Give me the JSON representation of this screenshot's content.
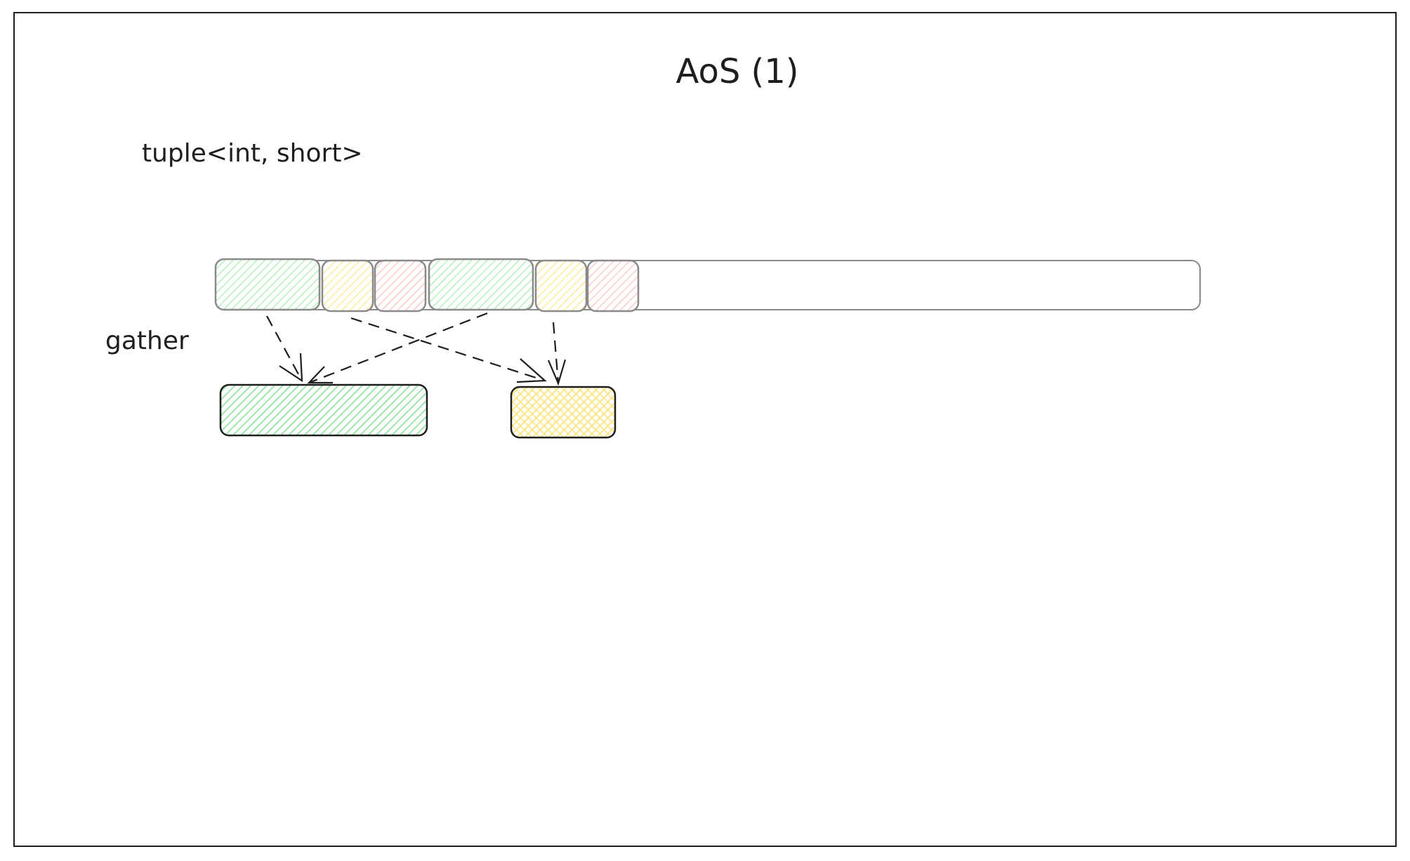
{
  "title": "AoS (1)",
  "type_label": "tuple<int, short>",
  "gather_label": "gather",
  "colors": {
    "frame_stroke": "#1e1e1e",
    "memory_stroke": "#8a8a8a",
    "int_field_fill": "#b2f2bb",
    "short_field_fill": "#ffec99",
    "padding_fill": "#ffc9c9",
    "arrow_stroke": "#1e1e1e",
    "result_stroke": "#1e1e1e"
  },
  "memory": {
    "cells": [
      {
        "kind": "int",
        "color": "int_field_fill"
      },
      {
        "kind": "short",
        "color": "short_field_fill"
      },
      {
        "kind": "padding",
        "color": "padding_fill"
      },
      {
        "kind": "int",
        "color": "int_field_fill"
      },
      {
        "kind": "short",
        "color": "short_field_fill"
      },
      {
        "kind": "padding",
        "color": "padding_fill"
      }
    ]
  },
  "results": [
    {
      "kind": "int",
      "color": "int_field_fill"
    },
    {
      "kind": "short",
      "color": "short_field_fill"
    }
  ]
}
